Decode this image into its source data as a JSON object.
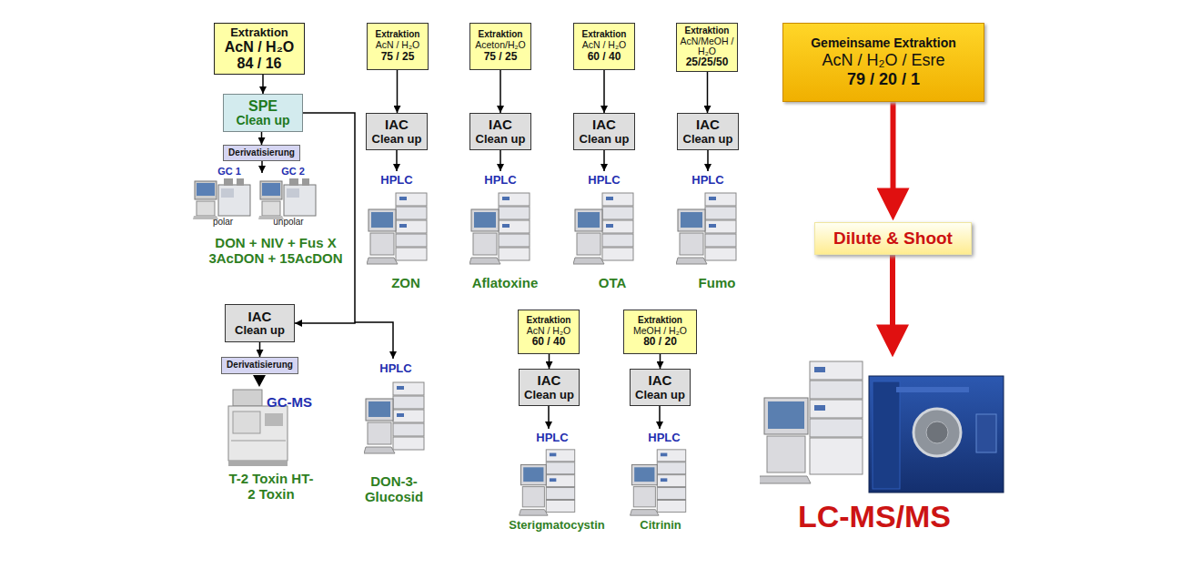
{
  "diagram": {
    "nodes": [
      {
        "text": [
          "Extraktion",
          "AcN / H₂O",
          "84 / 16"
        ]
      },
      {
        "text": [
          "Extraktion",
          "AcN / H₂O",
          "75 / 25"
        ]
      },
      {
        "text": [
          "Extraktion",
          "Aceton/H₂O",
          "75 / 25"
        ]
      },
      {
        "text": [
          "Extraktion",
          "AcN / H₂O",
          "60 / 40"
        ]
      },
      {
        "text": [
          "Extraktion",
          "AcN/MeOH / H₂O",
          "25/25/50"
        ]
      },
      {
        "text": [
          "Gemeinsame Extraktion",
          "AcN / H₂O / Esre",
          "79 / 20 / 1"
        ]
      },
      {
        "text": [
          "SPE",
          "Clean up"
        ]
      },
      {
        "text": [
          "IAC",
          "Clean up"
        ]
      },
      {
        "text": [
          "IAC",
          "Clean up"
        ]
      },
      {
        "text": [
          "IAC",
          "Clean up"
        ]
      },
      {
        "text": [
          "IAC",
          "Clean up"
        ]
      },
      {
        "text": [
          "Derivatisierung"
        ]
      },
      {
        "text": [
          "Dilute & Shoot"
        ]
      },
      {
        "text": [
          "IAC",
          "Clean up"
        ]
      },
      {
        "text": [
          "Extraktion",
          "AcN / H₂O",
          "60 / 40"
        ]
      },
      {
        "text": [
          "Extraktion",
          "MeOH / H₂O",
          "80 / 20"
        ]
      },
      {
        "text": [
          "Derivatisierung"
        ]
      },
      {
        "text": [
          "IAC",
          "Clean up"
        ]
      },
      {
        "text": [
          "IAC",
          "Clean up"
        ]
      }
    ],
    "edges": [
      {
        "from": 0,
        "to": 6,
        "arrow": "to"
      },
      {
        "from": 6,
        "to": 11,
        "arrow": "to"
      },
      {
        "from": 6,
        "to": 13,
        "arrow": "to"
      },
      {
        "from": 13,
        "to": 16,
        "arrow": "to"
      },
      {
        "from": 1,
        "to": 7,
        "arrow": "to"
      },
      {
        "from": 2,
        "to": 8,
        "arrow": "to"
      },
      {
        "from": 3,
        "to": 9,
        "arrow": "to"
      },
      {
        "from": 4,
        "to": 10,
        "arrow": "to"
      },
      {
        "from": 14,
        "to": 17,
        "arrow": "to"
      },
      {
        "from": 15,
        "to": 18,
        "arrow": "to"
      },
      {
        "from": 5,
        "to": 12,
        "arrow": "to"
      }
    ],
    "labels": [
      "GC 1",
      "GC 2",
      "polar",
      "unpolar",
      "HPLC",
      "HPLC",
      "HPLC",
      "HPLC",
      "DON + NIV + Fus X 3AcDON + 15AcDON",
      "ZON",
      "Aflatoxine",
      "OTA",
      "Fumo",
      "GC-MS",
      "HPLC",
      "HPLC",
      "HPLC",
      "T-2 Toxin HT-2 Toxin",
      "DON-3-Glucosid",
      "Sterigmatocystin",
      "Citrinin",
      "LC-MS/MS"
    ]
  }
}
